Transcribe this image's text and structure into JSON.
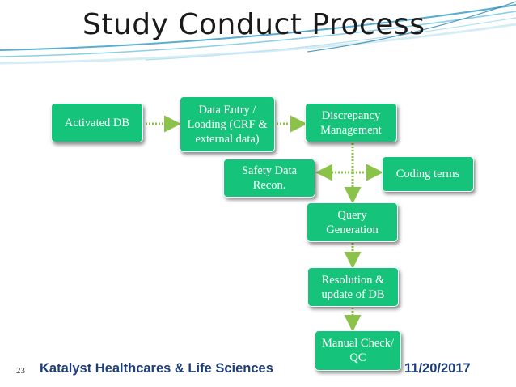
{
  "slide": {
    "title": "Study Conduct Process",
    "number": "23",
    "organization": "Katalyst Healthcares & Life Sciences",
    "date": "11/20/2017"
  },
  "colors": {
    "node_fill": "#16c37a",
    "arrow": "#8bc34a",
    "footer_text": "#1f3f7a",
    "decoration": "#3aa0c8"
  },
  "nodes": [
    {
      "id": "activated-db",
      "label": "Activated DB"
    },
    {
      "id": "data-entry",
      "label": "Data Entry / Loading (CRF & external data)"
    },
    {
      "id": "discrepancy",
      "label": "Discrepancy Management"
    },
    {
      "id": "safety",
      "label": "Safety Data Recon."
    },
    {
      "id": "coding",
      "label": "Coding terms"
    },
    {
      "id": "query",
      "label": "Query Generation"
    },
    {
      "id": "resolution",
      "label": "Resolution & update of DB"
    },
    {
      "id": "manual",
      "label": "Manual Check/ QC"
    }
  ],
  "edges": [
    {
      "from": "activated-db",
      "to": "data-entry"
    },
    {
      "from": "data-entry",
      "to": "discrepancy"
    },
    {
      "from": "discrepancy",
      "to": "query"
    },
    {
      "from": "discrepancy",
      "to": "safety",
      "bidirectional": true
    },
    {
      "from": "discrepancy",
      "to": "coding",
      "bidirectional": true
    },
    {
      "from": "query",
      "to": "resolution"
    },
    {
      "from": "resolution",
      "to": "manual"
    }
  ]
}
